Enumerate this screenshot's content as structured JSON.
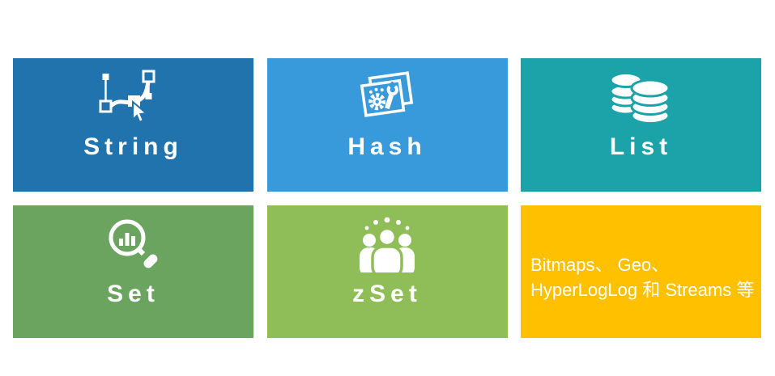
{
  "page": {
    "background": "#ffffff"
  },
  "tiles": [
    {
      "id": "string",
      "label": "String",
      "color": "#2173AE",
      "icon": "bezier-curve-icon"
    },
    {
      "id": "hash",
      "label": "Hash",
      "color": "#3899DB",
      "icon": "settings-window-icon"
    },
    {
      "id": "list",
      "label": "List",
      "color": "#1CA2A9",
      "icon": "coin-stacks-icon"
    },
    {
      "id": "set",
      "label": "Set",
      "color": "#6AA45F",
      "icon": "magnifier-chart-icon"
    },
    {
      "id": "zset",
      "label": "zSet",
      "color": "#8FBE58",
      "icon": "people-group-icon"
    },
    {
      "id": "others",
      "label": "",
      "color": "#FFC000",
      "icon": "none",
      "lines": [
        "Bitmaps、 Geo、",
        "HyperLogLog 和 Streams 等"
      ]
    }
  ]
}
